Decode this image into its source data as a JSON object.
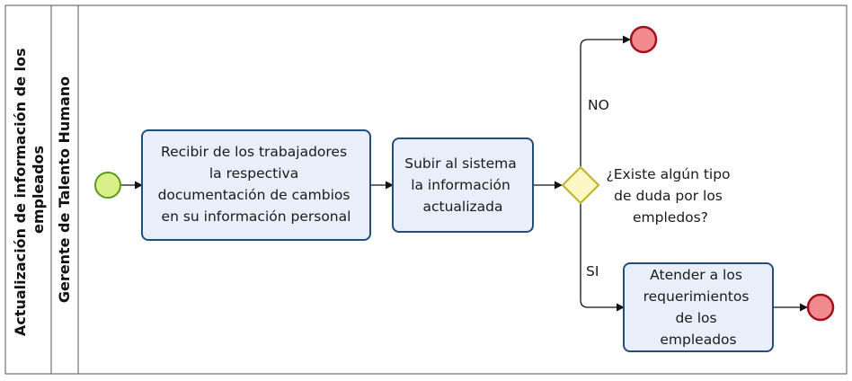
{
  "pool": {
    "label_lines": [
      "Actualización de información de los",
      "empleados"
    ]
  },
  "lane": {
    "label": "Gerente de Talento Humano"
  },
  "tasks": {
    "receive": {
      "lines": [
        "Recibir de los trabajadores",
        "la respectiva",
        "documentación de cambios",
        "en su información personal"
      ]
    },
    "upload": {
      "lines": [
        "Subir al sistema",
        "la información",
        "actualizada"
      ]
    },
    "attend": {
      "lines": [
        "Atender a los",
        "requerimientos",
        "de los",
        "empleados"
      ]
    }
  },
  "gateway": {
    "question_lines": [
      "¿Existe algún tipo",
      "de duda por los",
      "empledos?"
    ]
  },
  "flows": {
    "no_label": "NO",
    "yes_label": "SI"
  },
  "colors": {
    "start_fill": "#d9f08a",
    "start_stroke": "#5c9a1e",
    "end_fill": "#f08a8f",
    "end_stroke": "#a3101c",
    "task_fill": "#e8eefa",
    "task_stroke": "#1f4f7a",
    "gateway_fill": "#fbf7c4",
    "gateway_stroke": "#bdb225",
    "line": "#111111",
    "border": "#555555"
  }
}
